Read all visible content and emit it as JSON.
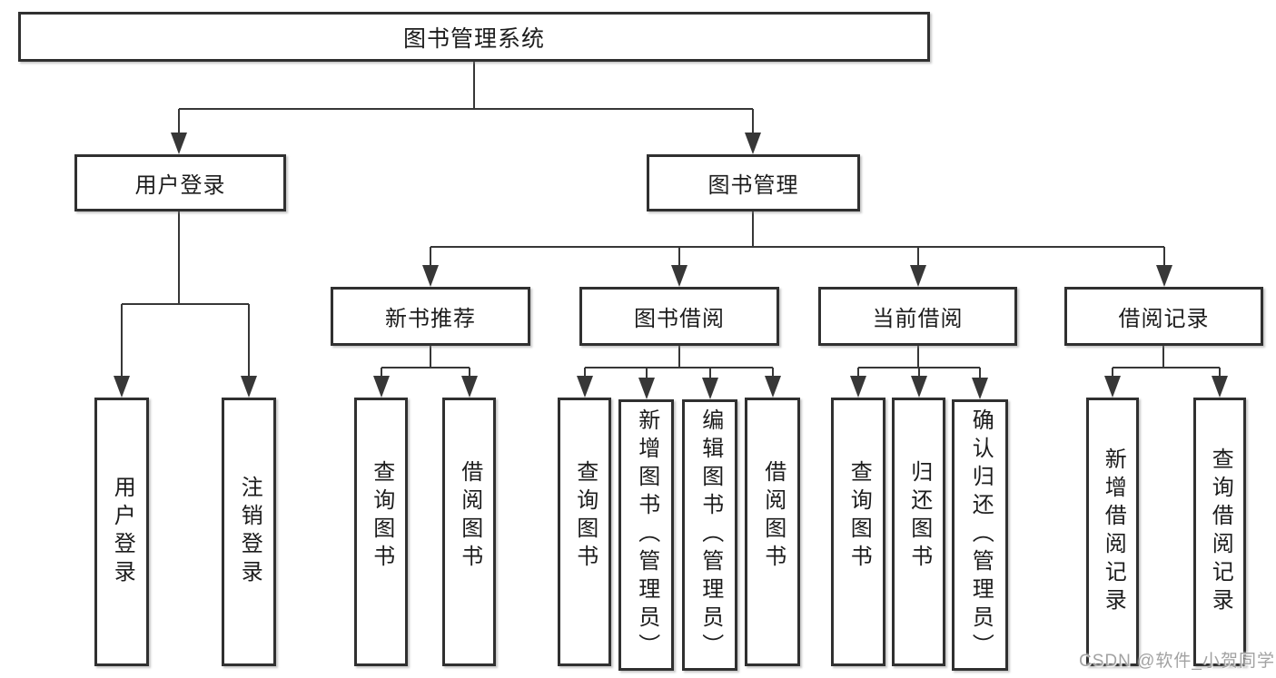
{
  "tree": {
    "label": "图书管理系统",
    "children": [
      {
        "label": "用户登录",
        "children": [
          {
            "label": "用户登录"
          },
          {
            "label": "注销登录"
          }
        ]
      },
      {
        "label": "图书管理",
        "children": [
          {
            "label": "新书推荐",
            "children": [
              {
                "label": "查询图书"
              },
              {
                "label": "借阅图书"
              }
            ]
          },
          {
            "label": "图书借阅",
            "children": [
              {
                "label": "查询图书"
              },
              {
                "label": "新增图书（管理员）"
              },
              {
                "label": "编辑图书（管理员）"
              },
              {
                "label": "借阅图书"
              }
            ]
          },
          {
            "label": "当前借阅",
            "children": [
              {
                "label": "查询图书"
              },
              {
                "label": "归还图书"
              },
              {
                "label": "确认归还（管理员）"
              }
            ]
          },
          {
            "label": "借阅记录",
            "children": [
              {
                "label": "新增借阅记录"
              },
              {
                "label": "查询借阅记录"
              }
            ]
          }
        ]
      }
    ]
  },
  "watermark": {
    "text": "CSDN @软件_小贺同学"
  },
  "colors": {
    "line": "#373737",
    "box_border": "#303030",
    "text": "#1c1c1c",
    "watermark": "#a2a2a2",
    "background": "#ffffff"
  }
}
